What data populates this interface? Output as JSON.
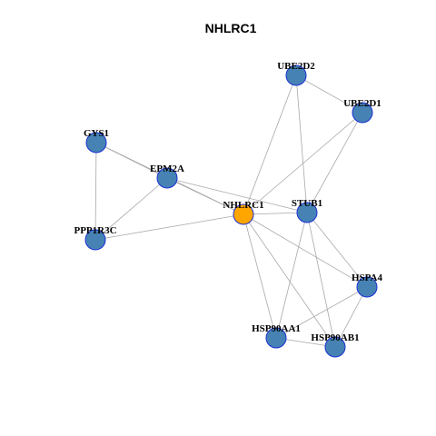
{
  "title": "NHLRC1",
  "colors": {
    "hub_fill": "#FFA500",
    "node_fill": "#4682B4",
    "node_stroke": "#1a2fd6",
    "edge": "#a8a8a8"
  },
  "nodes": [
    {
      "id": "UBE2D2",
      "label": "UBE2D2",
      "hub": false
    },
    {
      "id": "UBE2D1",
      "label": "UBE2D1",
      "hub": false
    },
    {
      "id": "GYS1",
      "label": "GYS1",
      "hub": false
    },
    {
      "id": "EPM2A",
      "label": "EPM2A",
      "hub": false
    },
    {
      "id": "NHLRC1",
      "label": "NHLRC1",
      "hub": true
    },
    {
      "id": "STUB1",
      "label": "STUB1",
      "hub": false
    },
    {
      "id": "PPP1R3C",
      "label": "PPP1R3C",
      "hub": false
    },
    {
      "id": "HSPA4",
      "label": "HSPA4",
      "hub": false
    },
    {
      "id": "HSP90AA1",
      "label": "HSP90AA1",
      "hub": false
    },
    {
      "id": "HSP90AB1",
      "label": "HSP90AB1",
      "hub": false
    }
  ],
  "edges": [
    [
      "UBE2D2",
      "UBE2D1"
    ],
    [
      "UBE2D2",
      "NHLRC1"
    ],
    [
      "UBE2D2",
      "STUB1"
    ],
    [
      "UBE2D1",
      "NHLRC1"
    ],
    [
      "UBE2D1",
      "STUB1"
    ],
    [
      "GYS1",
      "EPM2A"
    ],
    [
      "GYS1",
      "PPP1R3C"
    ],
    [
      "GYS1",
      "NHLRC1"
    ],
    [
      "EPM2A",
      "NHLRC1"
    ],
    [
      "EPM2A",
      "PPP1R3C"
    ],
    [
      "EPM2A",
      "STUB1"
    ],
    [
      "PPP1R3C",
      "NHLRC1"
    ],
    [
      "NHLRC1",
      "STUB1"
    ],
    [
      "NHLRC1",
      "HSPA4"
    ],
    [
      "NHLRC1",
      "HSP90AA1"
    ],
    [
      "NHLRC1",
      "HSP90AB1"
    ],
    [
      "STUB1",
      "HSPA4"
    ],
    [
      "STUB1",
      "HSP90AA1"
    ],
    [
      "STUB1",
      "HSP90AB1"
    ],
    [
      "HSPA4",
      "HSP90AA1"
    ],
    [
      "HSPA4",
      "HSP90AB1"
    ],
    [
      "HSP90AA1",
      "HSP90AB1"
    ]
  ]
}
